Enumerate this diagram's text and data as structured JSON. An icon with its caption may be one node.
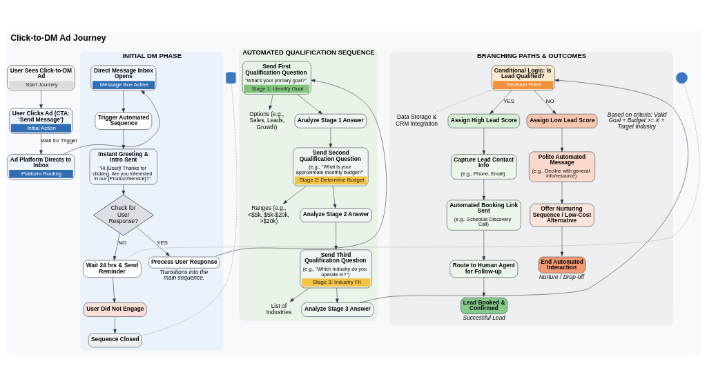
{
  "diagram": {
    "title": "Click-to-DM Ad Journey",
    "nodes": [
      {
        "text": [
          "User Sees Click-to-DM Ad",
          "Start Journey"
        ]
      },
      {
        "text": [
          "User Clicks Ad (CTA: 'Send Message')",
          "Initial Action"
        ]
      },
      {
        "text": [
          "Ad Platform Directs to Inbox",
          "Platform Routing"
        ]
      },
      {
        "text": [
          "INITIAL DM PHASE"
        ]
      },
      {
        "text": [
          "Direct Message Inbox Opens",
          "Message Box Active"
        ],
        "in": 3
      },
      {
        "text": [
          "Trigger Automated Sequence"
        ],
        "in": 3
      },
      {
        "text": [
          "Instant Greeting & Intro Sent",
          "\"Hi [User]! Thanks for clicking. Are you interested in our [Product/Service]?\""
        ],
        "in": 3
      },
      {
        "text": [
          "Check for User Response?"
        ],
        "in": 3
      },
      {
        "text": [
          "Wait 24 hrs & Send Reminder"
        ],
        "in": 3
      },
      {
        "text": [
          "Process User Response"
        ],
        "in": 3,
        "beside": [
          "Transitions into the main sequence."
        ]
      },
      {
        "text": [
          "User Did Not Engage"
        ],
        "in": 3
      },
      {
        "text": [
          "Sequence Closed"
        ],
        "in": 3
      },
      {
        "text": [],
        "shape": "person"
      },
      {
        "text": [],
        "shape": "cylinder"
      },
      {
        "text": [
          "AUTOMATED QUALIFICATION SEQUENCE"
        ]
      },
      {
        "text": [
          "Send First Qualification Question",
          "\"What's your primary goal?\"",
          "Stage 1: Identify Goal"
        ],
        "in": 14
      },
      {
        "text": [
          "Options (e.g., Sales, Leads, Growth)"
        ],
        "in": 14
      },
      {
        "text": [
          "Analyze Stage 1 Answer"
        ],
        "in": 14
      },
      {
        "text": [
          "Send Second Qualification Question",
          "(e.g., \"What is your approximate monthly budget?\"",
          "Stage 2: Determine Budget"
        ],
        "in": 14
      },
      {
        "text": [
          "Ranges (e.g., <$5k, $5k-$20k, >$20k)"
        ],
        "in": 14
      },
      {
        "text": [
          "Analyze Stage 2 Answer"
        ],
        "in": 14
      },
      {
        "text": [
          "Send Third Qualification Question",
          "(e.g., \"Which industry do you operate in?\")",
          "Stage 3: Industry Fit"
        ],
        "in": 14
      },
      {
        "text": [
          "List of Industries"
        ],
        "in": 14
      },
      {
        "text": [
          "Analyze Stage 3 Answer"
        ],
        "in": 14
      },
      {
        "text": [
          "BRANCHING PATHS & OUTCOMES"
        ]
      },
      {
        "text": [
          "Conditional Logic: Is Lead Qualified?",
          "Decision Point"
        ],
        "in": 24
      },
      {
        "text": [
          "Data Storage & CRM Integration"
        ],
        "in": 24
      },
      {
        "text": [
          "Assign High Lead Score"
        ],
        "in": 24
      },
      {
        "text": [
          "Capture Lead Contact Info",
          "(e.g., Phone, Email)"
        ],
        "in": 24
      },
      {
        "text": [
          "Automated Booking Link Sent",
          "(e.g., Schedule Discovery Call)"
        ],
        "in": 24
      },
      {
        "text": [
          "Route to Human Agent for Follow-up"
        ],
        "in": 24
      },
      {
        "text": [
          "Lead Booked & Confirmed"
        ],
        "in": 24,
        "beside": [
          "Successful Lead"
        ]
      },
      {
        "text": [
          "Assign Low Lead Score"
        ],
        "in": 24
      },
      {
        "text": [
          "Polite Automated Message",
          "(e.g., Decline with general info/resource)"
        ],
        "in": 24
      },
      {
        "text": [
          "Offer Nurturing Sequence / Low-Cost Alternative"
        ],
        "in": 24
      },
      {
        "text": [
          "End Automated Interaction"
        ],
        "in": 24,
        "beside": [
          "Nurture / Drop-off"
        ]
      }
    ],
    "edges": [
      {
        "from": 0,
        "to": 1,
        "arrow": "to"
      },
      {
        "from": 1,
        "to": 2,
        "arrow": "to",
        "label": "Wait for Trigger"
      },
      {
        "from": 2,
        "to": 4,
        "arrow": "to"
      },
      {
        "from": 4,
        "to": 5,
        "arrow": "to"
      },
      {
        "from": 5,
        "to": 6,
        "arrow": "to"
      },
      {
        "from": 6,
        "to": 7,
        "arrow": "to"
      },
      {
        "from": 7,
        "to": 8,
        "arrow": "to",
        "label": "NO"
      },
      {
        "from": 7,
        "to": 9,
        "arrow": "to",
        "label": "YES"
      },
      {
        "from": 8,
        "to": 10,
        "arrow": "to"
      },
      {
        "from": 10,
        "to": 11,
        "arrow": "to"
      },
      {
        "from": 12,
        "to": 8,
        "arrow": "none",
        "style": "dashed",
        "color": "#9aa3ad"
      },
      {
        "from": 13,
        "to": 11,
        "arrow": "none",
        "style": "dashed",
        "color": "#9aa3ad"
      },
      {
        "from": 9,
        "to": 15,
        "arrow": "to"
      },
      {
        "from": 15,
        "to": 16,
        "arrow": "to"
      },
      {
        "from": 15,
        "to": 17,
        "arrow": "to"
      },
      {
        "from": 17,
        "to": 18,
        "arrow": "to"
      },
      {
        "from": 18,
        "to": 19,
        "arrow": "to"
      },
      {
        "from": 18,
        "to": 20,
        "arrow": "to"
      },
      {
        "from": 20,
        "to": 21,
        "arrow": "to"
      },
      {
        "from": 21,
        "to": 22,
        "arrow": "to"
      },
      {
        "from": 21,
        "to": 23,
        "arrow": "to"
      },
      {
        "from": 23,
        "to": 25,
        "arrow": "to"
      },
      {
        "from": 25,
        "to": 26,
        "arrow": "none",
        "style": "dashed",
        "color": "#9aa3ad"
      },
      {
        "from": 25,
        "to": 27,
        "arrow": "to",
        "label": "YES"
      },
      {
        "from": 25,
        "to": 32,
        "arrow": "to",
        "label": "NO"
      },
      {
        "from": 27,
        "to": 28,
        "arrow": "to"
      },
      {
        "from": 28,
        "to": 29,
        "arrow": "to"
      },
      {
        "from": 29,
        "to": 30,
        "arrow": "to"
      },
      {
        "from": 30,
        "to": 31,
        "arrow": "to"
      },
      {
        "from": 32,
        "to": 33,
        "arrow": "to"
      },
      {
        "from": 33,
        "to": 34,
        "arrow": "to"
      },
      {
        "from": 34,
        "to": 35,
        "arrow": "to"
      }
    ],
    "labels": [
      "Based on criteria: Valid Goal + Budget >= X + Target Industry"
    ]
  }
}
